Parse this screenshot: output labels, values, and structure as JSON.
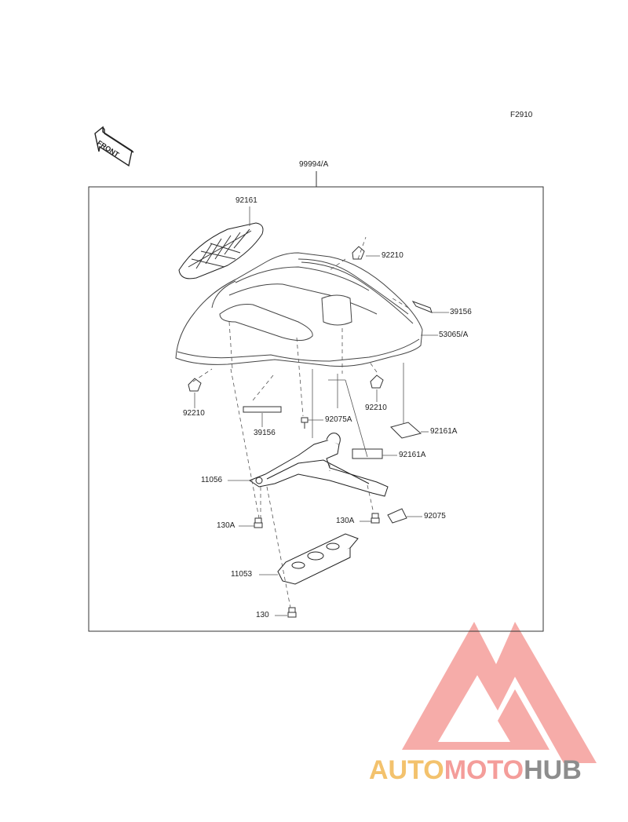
{
  "figure_code": "F2910",
  "front_arrow_label": "FRONT",
  "parts": {
    "assembly": "99994/A",
    "p92161": "92161",
    "p92210_top": "92210",
    "p39156_right": "39156",
    "p53065A": "53065/A",
    "p92210_left": "92210",
    "p39156_left": "39156",
    "p92210_mid": "92210",
    "p92075A": "92075A",
    "p92161A_1": "92161A",
    "p92161A_2": "92161A",
    "p11056": "11056",
    "p130A_left": "130A",
    "p130A_right": "130A",
    "p92075": "92075",
    "p11053": "11053",
    "p130": "130"
  },
  "watermark": {
    "part1": "AUTO",
    "part2": "MOTO",
    "part3": "HUB",
    "colors": {
      "auto": "#f3c26d",
      "moto": "#f49d9a",
      "hub": "#8d8d8d",
      "logo": "#f49d9a"
    }
  }
}
